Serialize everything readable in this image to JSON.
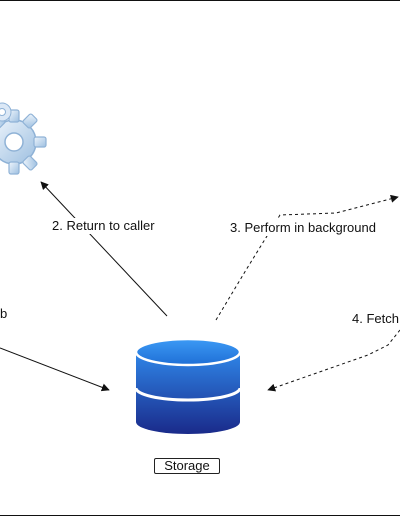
{
  "diagram": {
    "edges": {
      "return_label": "2. Return to caller",
      "background_label": "3. Perform in background",
      "left_label_fragment": "b",
      "fetch_label_fragment": "4. Fetch"
    },
    "nodes": {
      "storage_label": "Storage"
    },
    "icons": {
      "service": "gear-icon",
      "storage": "database-icon"
    },
    "colors": {
      "database_top": "#2f86e8",
      "database_bottom": "#1a2a8a",
      "gear_light": "#dbe8f6",
      "gear_dark": "#8fb2d6",
      "line": "#111111"
    }
  }
}
